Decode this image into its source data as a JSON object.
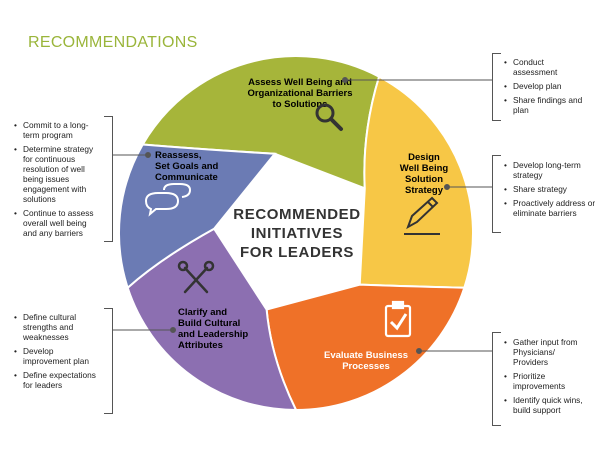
{
  "title": "RECOMMENDATIONS",
  "center": {
    "lines": [
      "RECOMMENDED",
      "INITIATIVES",
      "FOR LEADERS"
    ]
  },
  "segments": [
    {
      "key": "assess",
      "color": "#a6b53a",
      "label": [
        "Assess Well Being and",
        "Organizational Barriers",
        "to Solutions"
      ],
      "label_color": "#222222",
      "icon": "magnifier-icon"
    },
    {
      "key": "design",
      "color": "#f7c746",
      "label": [
        "Design",
        "Well Being",
        "Solution",
        "Strategy"
      ],
      "label_color": "#222222",
      "icon": "pencil-icon"
    },
    {
      "key": "evaluate",
      "color": "#ef7128",
      "label": [
        "Evaluate Business",
        "Processes"
      ],
      "label_color": "#ffffff",
      "icon": "clipboard-check-icon"
    },
    {
      "key": "clarify",
      "color": "#8c6fb1",
      "label": [
        "Clarify and",
        "Build Cultural",
        "and Leadership",
        "Attributes"
      ],
      "label_color": "#222222",
      "icon": "tools-icon"
    },
    {
      "key": "reassess",
      "color": "#6b7bb4",
      "label": [
        "Reassess,",
        "Set Goals and",
        "Communicate"
      ],
      "label_color": "#222222",
      "icon": "speech-bubbles-icon"
    }
  ],
  "callouts": {
    "assess": [
      "Conduct assessment",
      "Develop plan",
      "Share findings and plan"
    ],
    "design": [
      "Develop long-term strategy",
      "Share strategy",
      "Proactively address or eliminate barriers"
    ],
    "evaluate": [
      "Gather input from Physicians/ Providers",
      "Prioritize improvements",
      "Identify quick wins, build support"
    ],
    "clarify": [
      "Define cultural strengths and weaknesses",
      "Develop improvement plan",
      "Define expectations for leaders"
    ],
    "reassess": [
      "Commit to a long-term program",
      "Determine strategy for continuous resolution of well being issues engagement with solutions",
      "Continue to assess overall well being and any barriers"
    ]
  }
}
